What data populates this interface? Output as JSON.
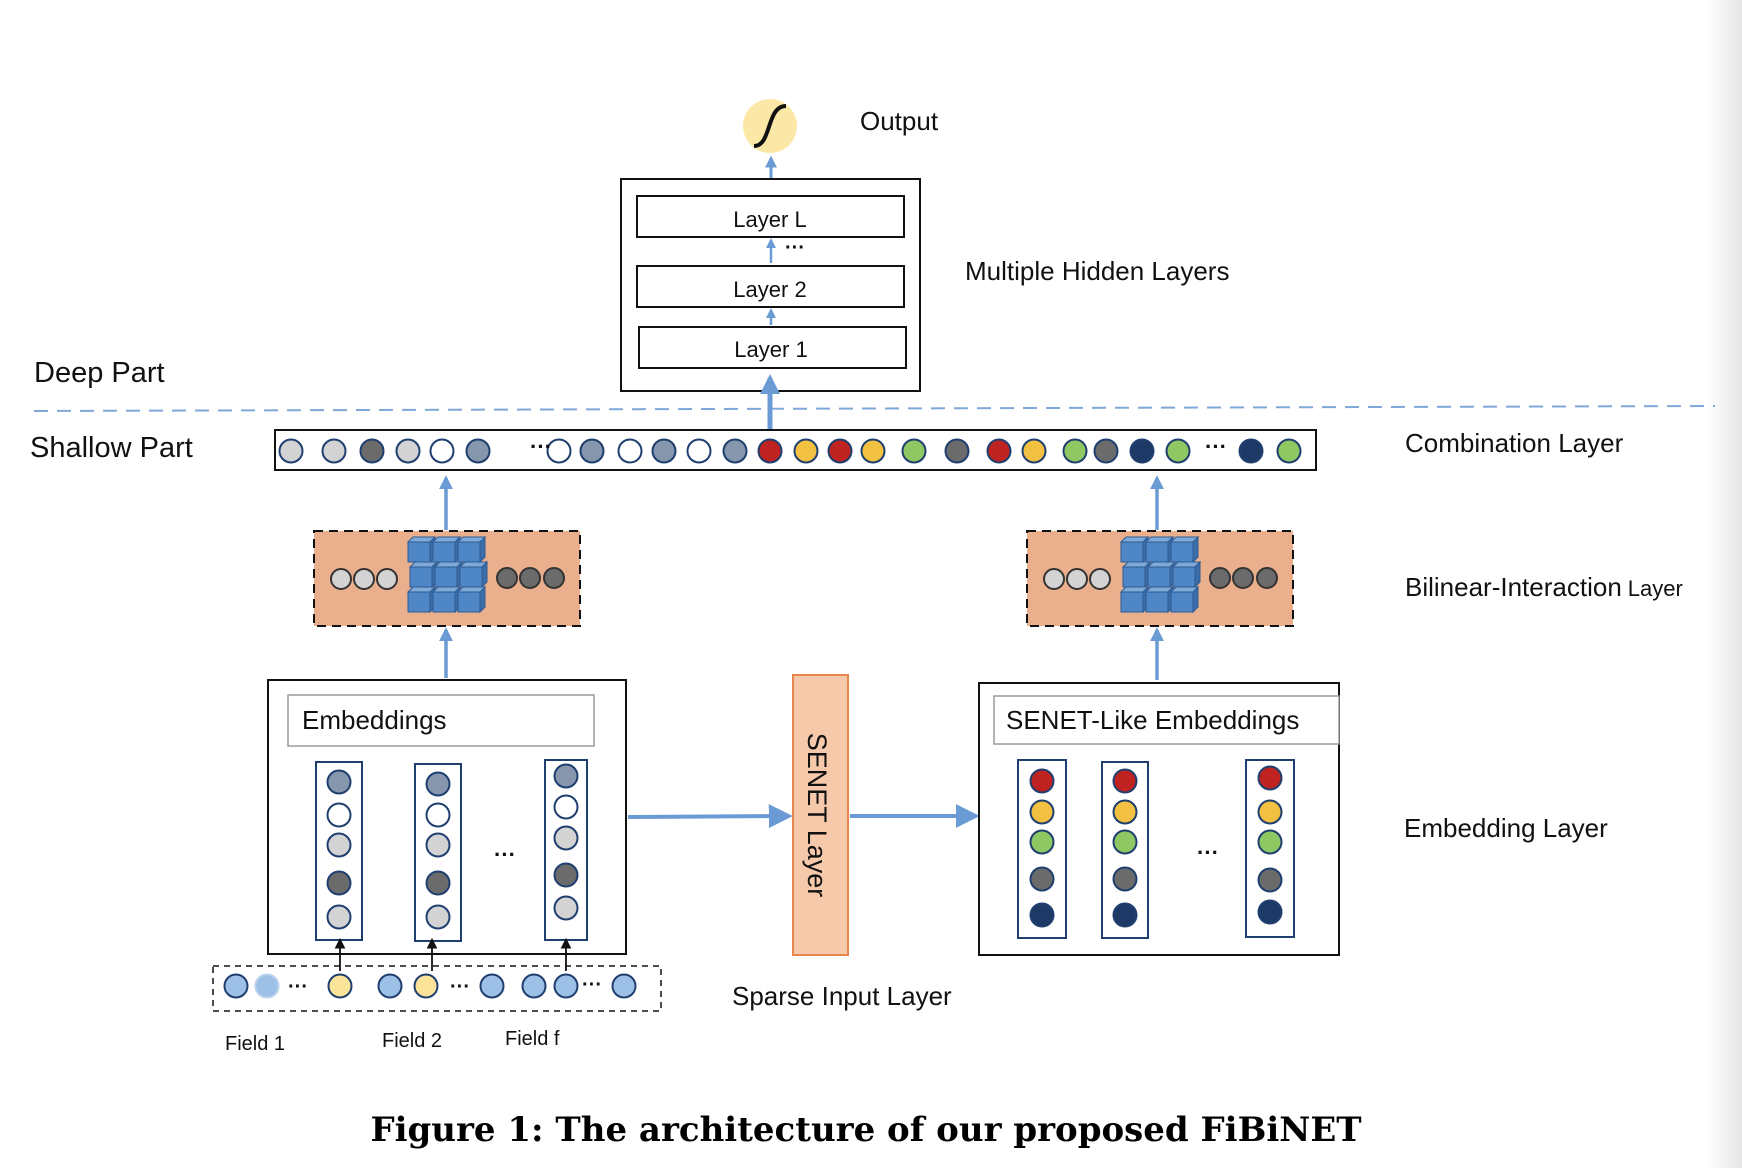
{
  "figure": {
    "caption": "Figure 1: The architecture of our proposed FiBiNET",
    "output_label": "Output",
    "hidden_layers": [
      "Layer L",
      "Layer 2",
      "Layer 1"
    ],
    "hidden_ellipsis": "···",
    "section_labels": {
      "deep": "Deep Part",
      "shallow": "Shallow Part"
    },
    "right_labels": {
      "hidden": "Multiple Hidden Layers",
      "combination": "Combination Layer",
      "bilinear_main": "Bilinear-Interaction",
      "bilinear_suffix": "Layer",
      "embedding": "Embedding Layer"
    },
    "embeddings_title": "Embeddings",
    "senet_embeddings_title": "SENET-Like Embeddings",
    "senet_layer_label": "SENET Layer",
    "sparse_input_label": "Sparse Input Layer",
    "field_labels": [
      "Field 1",
      "Field 2",
      "Field f"
    ],
    "ellipsis": "···"
  },
  "colors": {
    "arrow": "#6a9bd4",
    "dash_line": "#7fa8d8",
    "bilinear_fill": "#eab08e",
    "senet_fill": "#f6c9ab",
    "senet_stroke": "#e9864f",
    "cube_fill": "#4f86c6",
    "sigmoid_fill": "#fbe7a6",
    "node_light_gray": "#d3d3d3",
    "node_blue_gray": "#8596ad",
    "node_dark_gray": "#6b6b6b",
    "node_white": "#ffffff",
    "node_red": "#bf2321",
    "node_yellow": "#f2c142",
    "node_green": "#8fc862",
    "node_navy": "#1d3a66",
    "node_light_blue": "#9dc0e6",
    "node_pale_yellow": "#fbe39a"
  }
}
